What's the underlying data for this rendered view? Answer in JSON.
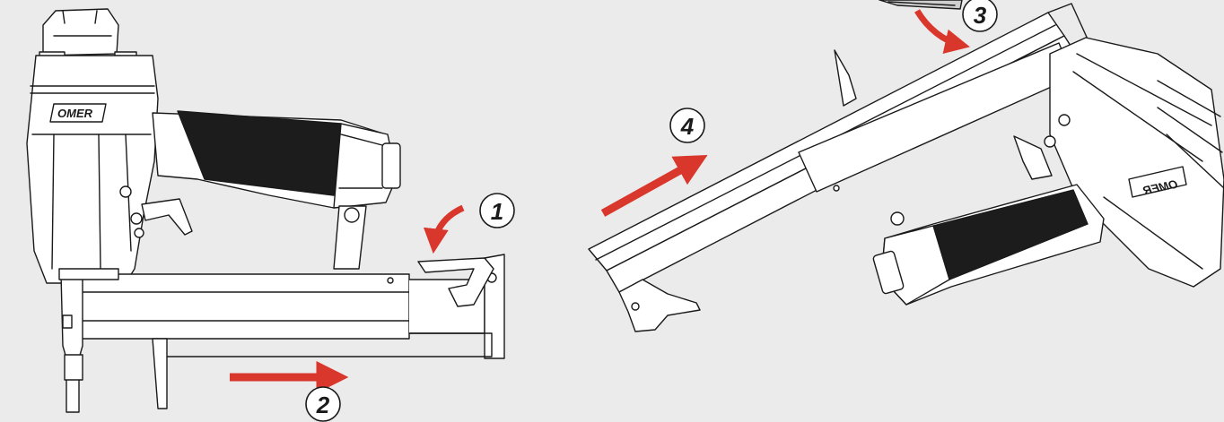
{
  "diagram": {
    "brand_label": "OMER",
    "colors": {
      "background": "#ebebeb",
      "line": "#1a1a1a",
      "grip": "#1c1c1c",
      "arrow": "#d9372c"
    },
    "steps": [
      {
        "id": "step-1",
        "number": "1",
        "arrow_type": "curved"
      },
      {
        "id": "step-2",
        "number": "2",
        "arrow_type": "straight"
      },
      {
        "id": "step-3",
        "number": "3",
        "arrow_type": "curved"
      },
      {
        "id": "step-4",
        "number": "4",
        "arrow_type": "straight"
      }
    ]
  }
}
